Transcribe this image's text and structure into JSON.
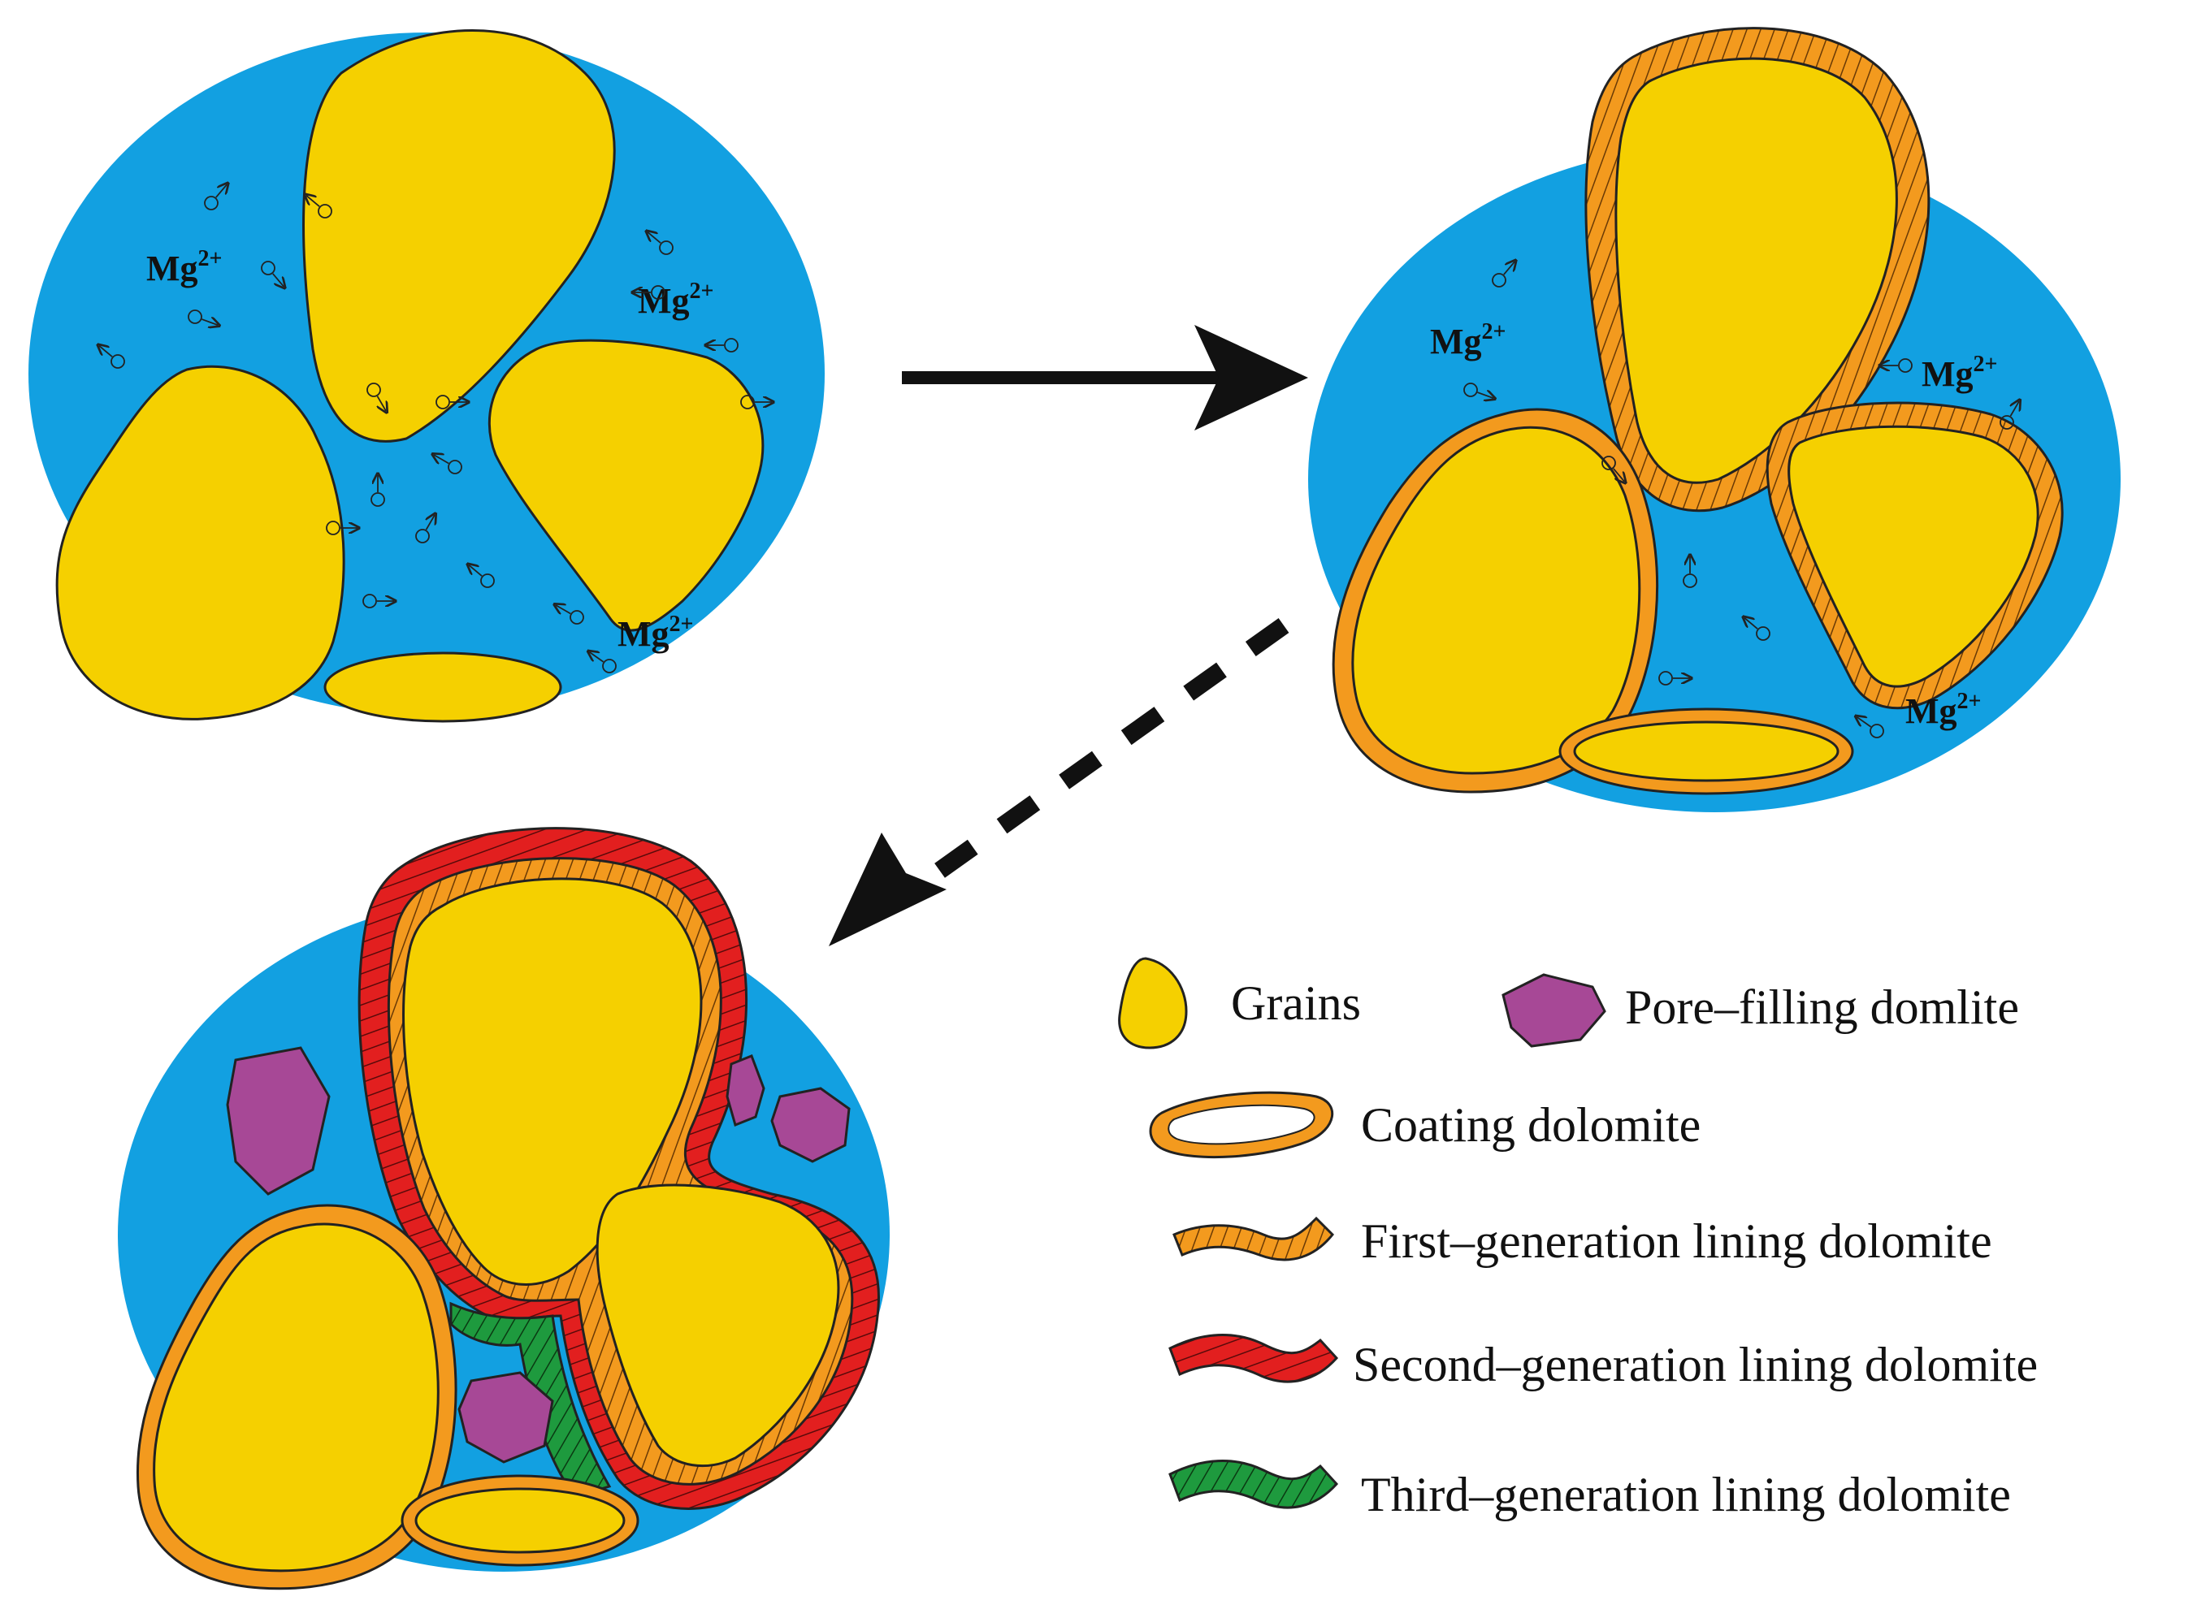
{
  "colors": {
    "fluid": "#12a0e1",
    "grain": "#f5d000",
    "coating": "#f39a1e",
    "second_lining": "#e21f1f",
    "third_lining": "#1e9a3e",
    "pore_fill": "#a74896",
    "outline": "#222222"
  },
  "ion_label": "Mg",
  "ion_charge": "2+",
  "legend": {
    "grains": "Grains",
    "pore_filling": "Pore–filling domlite",
    "coating": "Coating dolomite",
    "first_lining": "First–generation lining dolomite",
    "second_lining": "Second–generation lining dolomite",
    "third_lining": "Third–generation lining dolomite"
  },
  "icons": {
    "ion": "ion-arrow-icon",
    "arrow_solid": "arrow-right-icon",
    "arrow_dashed": "arrow-down-left-icon"
  }
}
